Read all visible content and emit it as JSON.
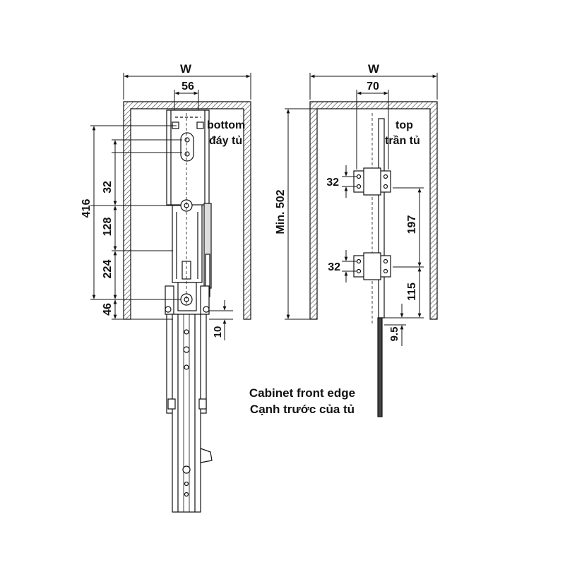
{
  "left_view": {
    "width_label": "W",
    "inner_width": "56",
    "bottom_label_en": "bottom",
    "bottom_label_vi": "đáy tủ",
    "dim_total": "416",
    "dim_a": "32",
    "dim_b": "128",
    "dim_c": "224",
    "dim_d": "46",
    "dim_offset": "10"
  },
  "right_view": {
    "width_label": "W",
    "inner_width": "70",
    "top_label_en": "top",
    "top_label_vi": "trần tủ",
    "min_height": "Min. 502",
    "bracket_upper": "32",
    "bracket_lower": "32",
    "dim_spacing": "197",
    "dim_bottom": "115",
    "dim_offset": "9.5"
  },
  "front_edge": {
    "label_en": "Cabinet front edge",
    "label_vi": "Cạnh trước của tủ"
  },
  "colors": {
    "line": "#111111",
    "hatch": "#555555",
    "rail": "#444444"
  }
}
